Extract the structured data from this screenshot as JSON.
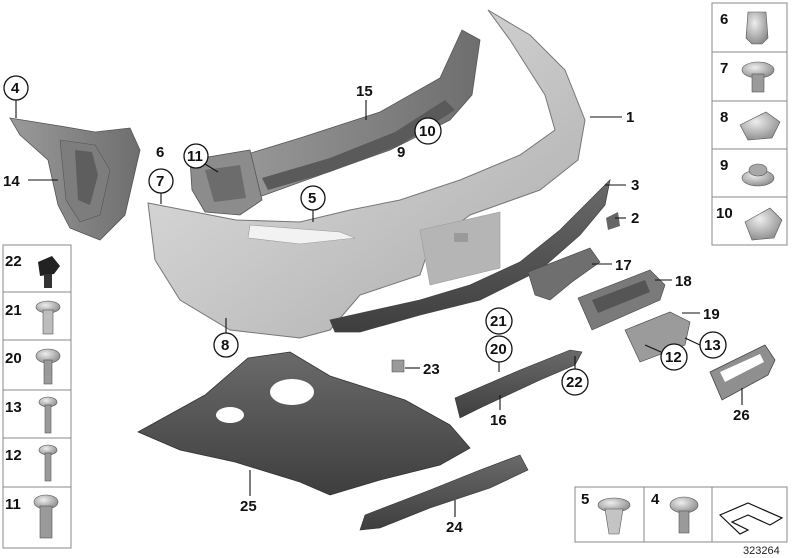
{
  "diagram": {
    "part_labels": {
      "p1": "1",
      "p2": "2",
      "p3": "3",
      "p4": "4",
      "p5": "5",
      "p6": "6",
      "p7": "7",
      "p8": "8",
      "p9": "9",
      "p10": "10",
      "p11": "11",
      "p12": "12",
      "p13": "13",
      "p14": "14",
      "p15": "15",
      "p16": "16",
      "p17": "17",
      "p18": "18",
      "p19": "19",
      "p20": "20",
      "p21": "21",
      "p22": "22",
      "p23": "23",
      "p24": "24",
      "p25": "25",
      "p26": "26"
    },
    "right_panel": [
      "6",
      "7",
      "8",
      "9",
      "10"
    ],
    "left_panel": [
      "22",
      "21",
      "20",
      "13",
      "12",
      "11"
    ],
    "bottom_panel": [
      "5",
      "4"
    ],
    "reference_number": "323264"
  }
}
